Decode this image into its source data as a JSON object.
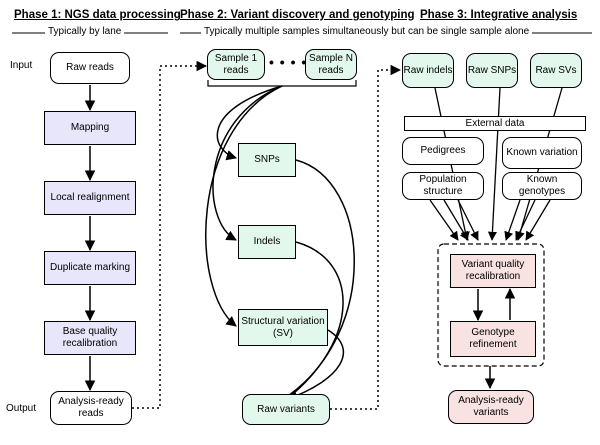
{
  "phases": {
    "phase1": {
      "title": "Phase 1: NGS data processing",
      "subtitle": "Typically by lane"
    },
    "phase2": {
      "title": "Phase 2: Variant discovery and genotyping",
      "subtitle": "Typically multiple samples simultaneously but can be single sample alone"
    },
    "phase3": {
      "title": "Phase 3: Integrative analysis"
    }
  },
  "side_labels": {
    "input": "Input",
    "output": "Output"
  },
  "phase1_steps": {
    "raw_reads": "Raw reads",
    "mapping": "Mapping",
    "local_realignment": "Local realignment",
    "duplicate_marking": "Duplicate marking",
    "base_quality_recalibration": "Base quality recalibration",
    "analysis_ready_reads": "Analysis-ready reads"
  },
  "phase2_steps": {
    "sample_1": "Sample 1 reads",
    "sample_n": "Sample N reads",
    "dots": "• • • •",
    "snps": "SNPs",
    "indels": "Indels",
    "structural_variation": "Structural variation (SV)",
    "raw_variants": "Raw variants"
  },
  "phase3_steps": {
    "raw_indels": "Raw indels",
    "raw_snps": "Raw SNPs",
    "raw_svs": "Raw SVs",
    "external_data": "External data",
    "pedigrees": "Pedigrees",
    "known_variation": "Known variation",
    "population_structure": "Population structure",
    "known_genotypes": "Known genotypes",
    "variant_quality_recalibration": "Variant quality recalibration",
    "genotype_refinement": "Genotype refinement",
    "analysis_ready_variants": "Analysis-ready variants"
  },
  "colors": {
    "phase1_box": "#e8e6fa",
    "phase2_box": "#e3f8ec",
    "phase3_box": "#f9e2e2",
    "line": "#000000"
  }
}
